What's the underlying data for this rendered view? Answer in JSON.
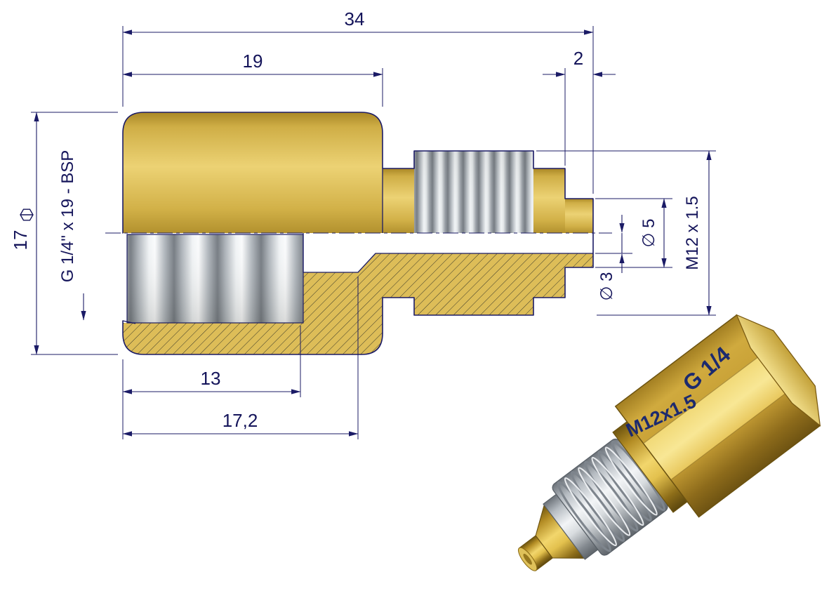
{
  "drawing": {
    "section_view": {
      "dim_overall_length": "34",
      "dim_hex_length": "19",
      "dim_tip_length": "2",
      "dim_hex_across_flats": "17",
      "label_port_thread": "G 1/4\" x 19 - BSP",
      "dim_tip_diameter": "∅ 5",
      "label_male_thread": "M12 x 1.5",
      "dim_bore_diameter": "∅ 3",
      "dim_thread_depth": "13",
      "dim_bore_depth": "17,2"
    },
    "iso_view": {
      "engraving_port": "G 1/4",
      "engraving_thread": "M12x1.5"
    },
    "colors": {
      "brass": "#d7b54b",
      "steel": "#c9ced3",
      "line": "#1b1b66",
      "background": "#ffffff"
    }
  }
}
